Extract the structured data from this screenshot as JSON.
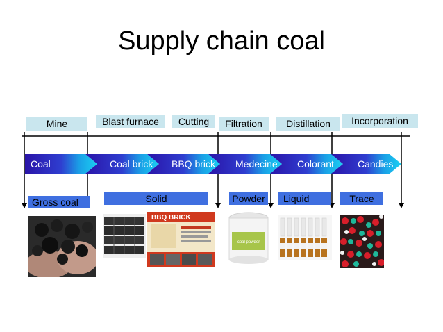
{
  "title": "Supply chain coal",
  "processes": [
    "Mine",
    "Blast furnace",
    "Cutting",
    "Filtration",
    "Distillation",
    "Incorporation"
  ],
  "products": [
    "Coal",
    "Coal brick",
    "BBQ brick",
    "Medecine",
    "Colorant",
    "Candies"
  ],
  "states": [
    "Gross coal",
    "Solid",
    "Powder",
    "Liquid",
    "Trace"
  ],
  "images": {
    "brick_pack_title": "BBQ BRICK",
    "powder_label": "coal powder"
  },
  "colors": {
    "chevron_dark": "#2a14a8",
    "chevron_light": "#16c6ee",
    "state_box": "#3f6fe0",
    "process_box": "#c9e6ee"
  }
}
